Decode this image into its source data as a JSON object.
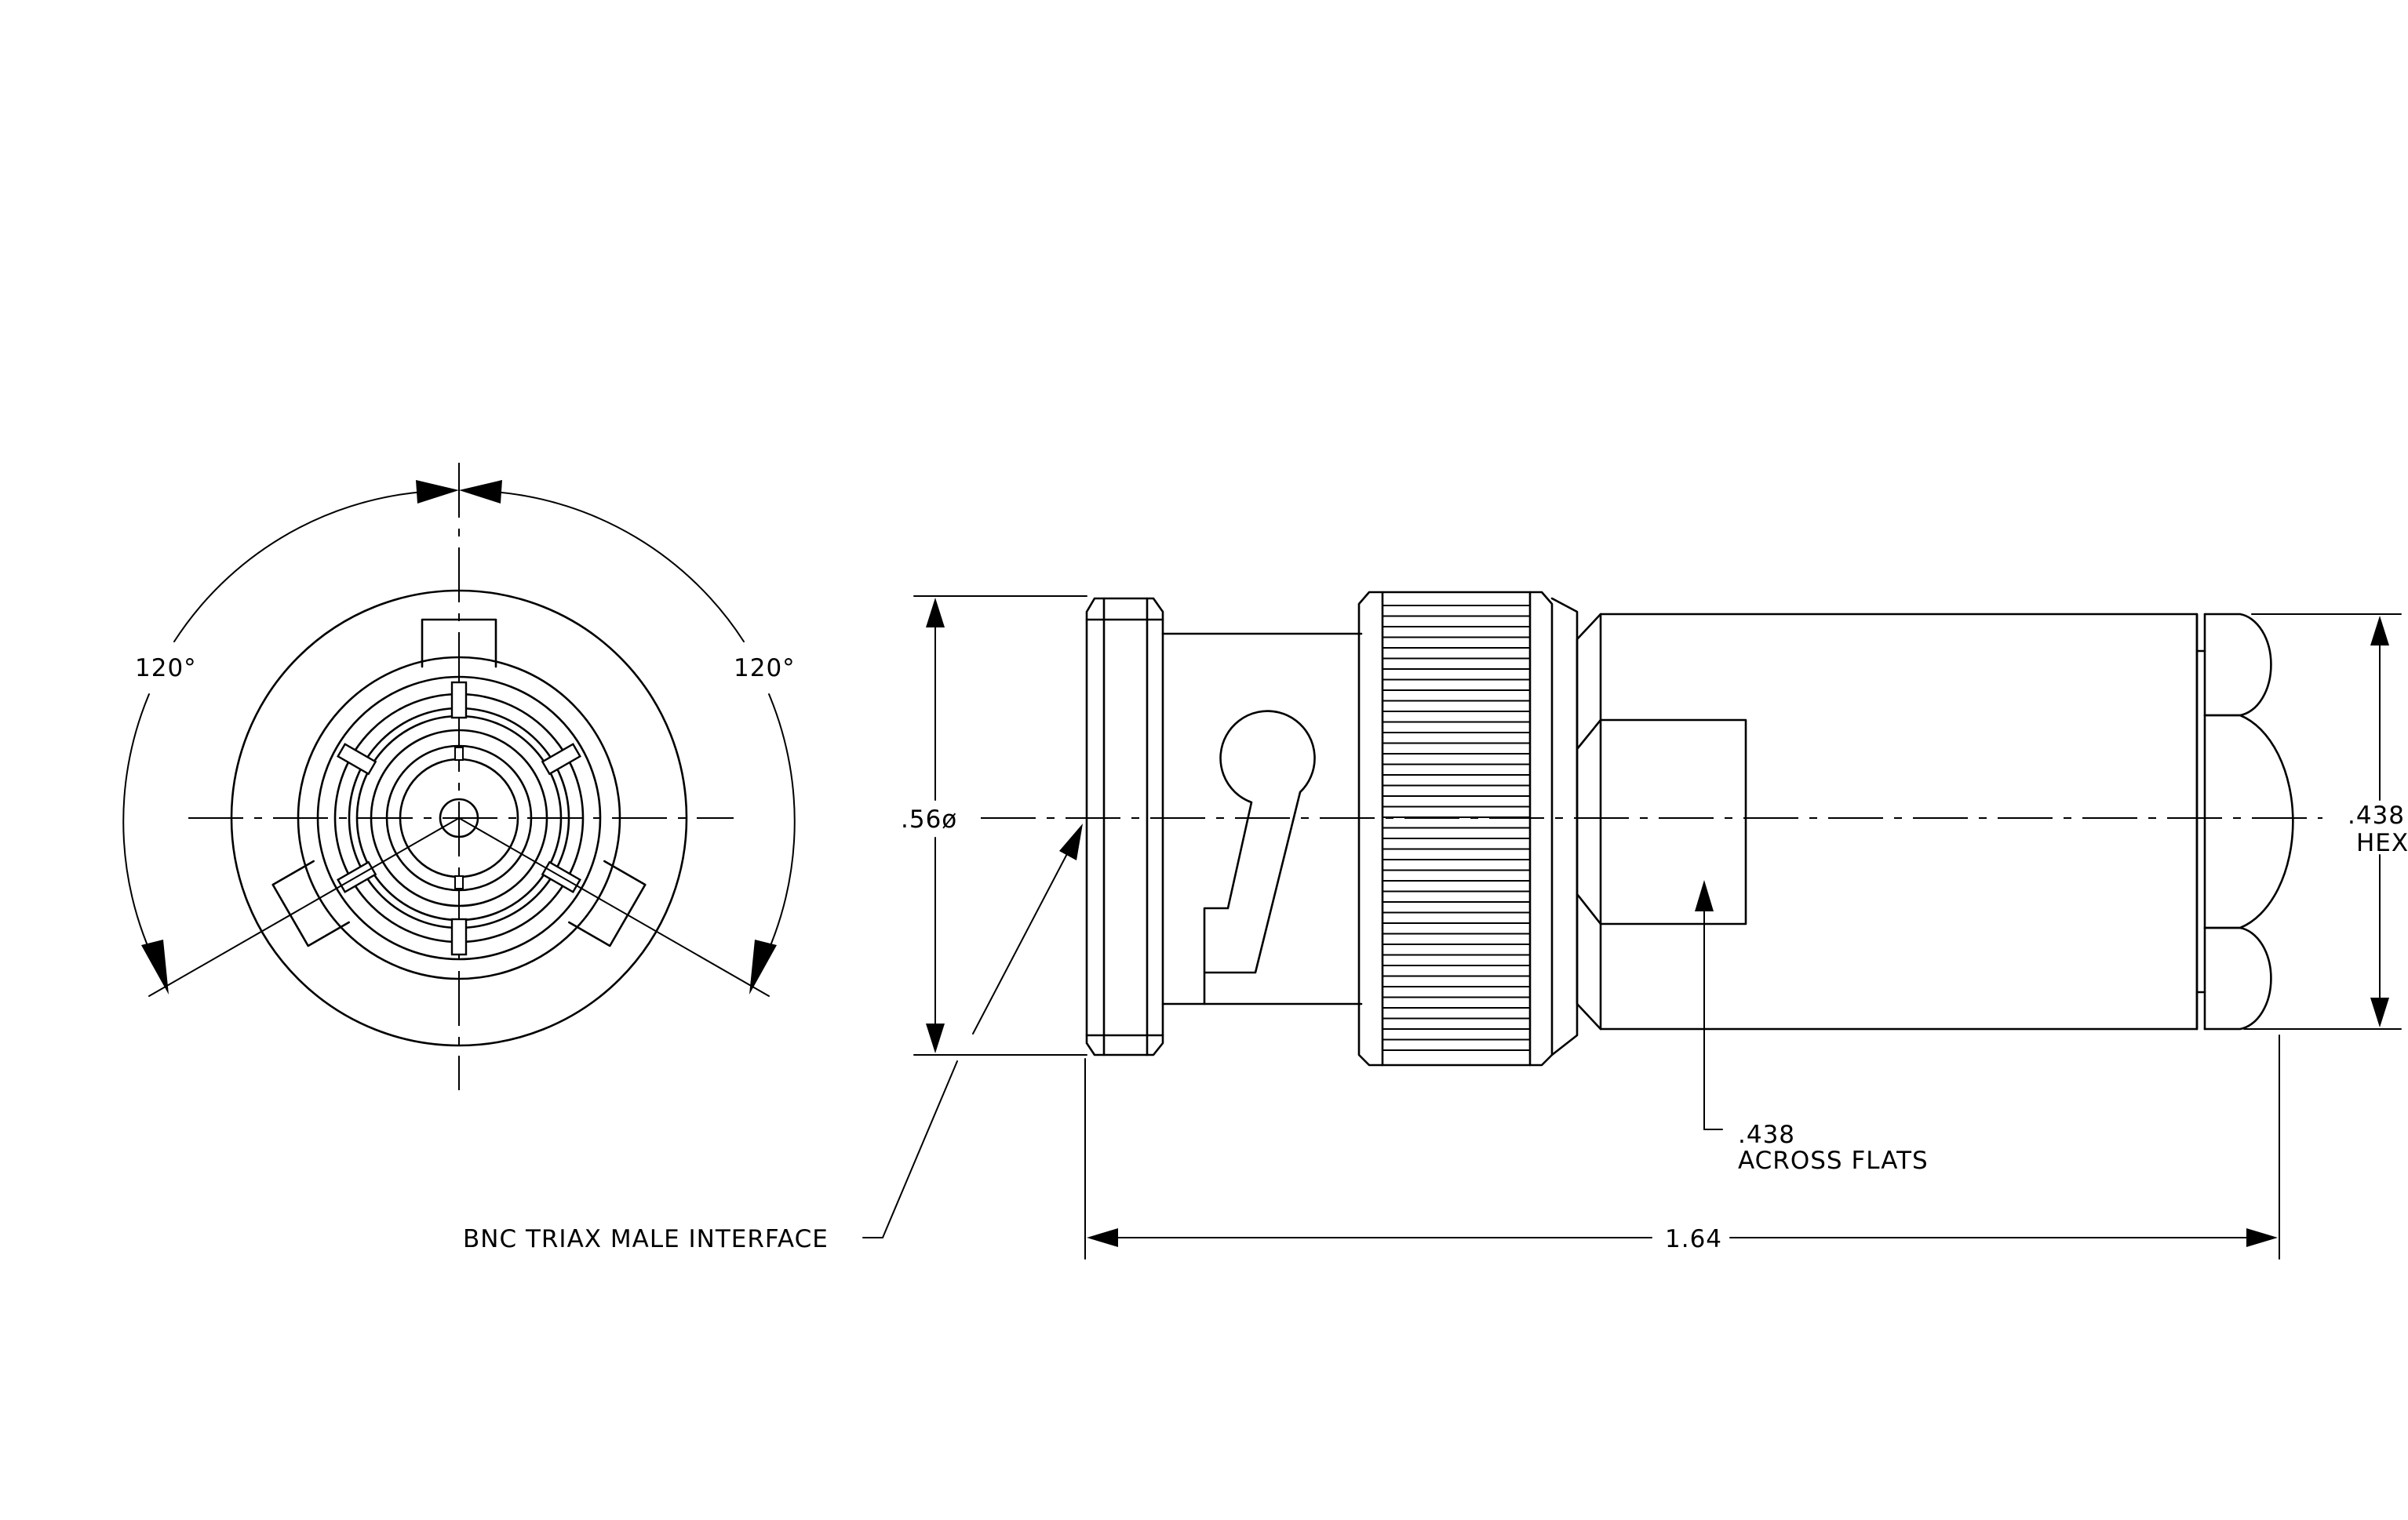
{
  "front_view": {
    "angle_left": "120°",
    "angle_right": "120°"
  },
  "side_view": {
    "diameter_label": ".56ø",
    "hex_value": ".438",
    "hex_label": "HEX",
    "flats_value": ".438",
    "flats_label": "ACROSS FLATS",
    "length_label": "1.64",
    "interface_label": "BNC TRIAX MALE INTERFACE"
  }
}
